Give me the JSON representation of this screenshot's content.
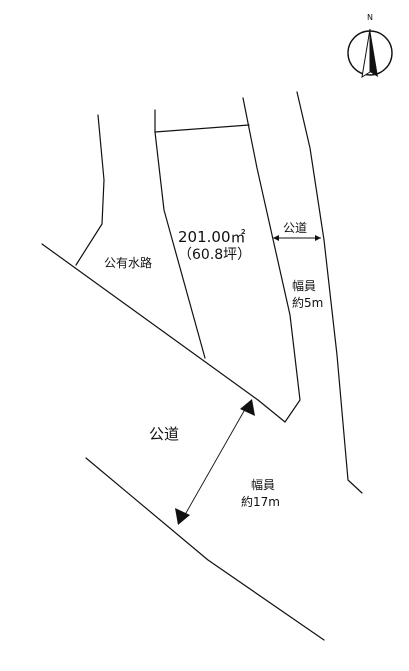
{
  "compass": {
    "label": "N",
    "icon": "north-arrow-icon"
  },
  "lot": {
    "area": "201.00㎡",
    "area_tsubo": "（60.8坪）"
  },
  "public_waterway": {
    "label": "公有水路"
  },
  "east_road": {
    "label": "公道",
    "width_label": "幅員",
    "width_value": "約5m"
  },
  "south_road": {
    "label": "公道",
    "width_label": "幅員",
    "width_value": "約17m"
  },
  "colors": {
    "line": "#111111",
    "background": "#ffffff"
  }
}
